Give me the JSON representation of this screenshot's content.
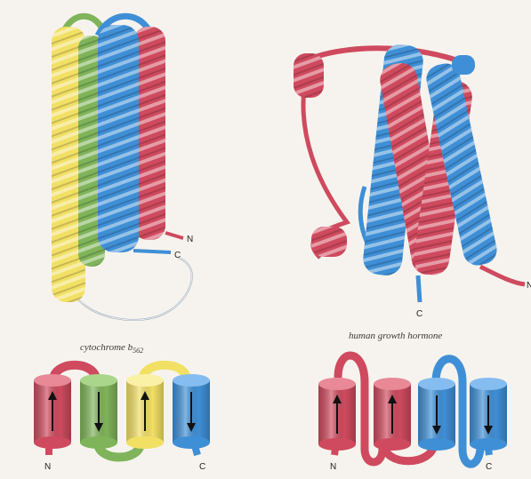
{
  "colors": {
    "red": "#cf4a5e",
    "green": "#7fb45a",
    "yellow": "#f2e065",
    "blue": "#3f8fd6",
    "loop": "#e8e8ee",
    "background": "#f6f3ee"
  },
  "left_panel": {
    "caption_main": "cytochrome b",
    "caption_sub": "562",
    "ribbon_labels": {
      "n": "N",
      "c": "C"
    },
    "topology": {
      "helices": [
        {
          "color": "red",
          "direction": "up"
        },
        {
          "color": "green",
          "direction": "down"
        },
        {
          "color": "yellow",
          "direction": "up"
        },
        {
          "color": "blue",
          "direction": "down"
        }
      ],
      "n_label": "N",
      "c_label": "C"
    }
  },
  "right_panel": {
    "caption": "human growth hormone",
    "ribbon_labels": {
      "n": "N",
      "c": "C"
    },
    "topology": {
      "helices": [
        {
          "color": "red",
          "direction": "up"
        },
        {
          "color": "red",
          "direction": "up"
        },
        {
          "color": "blue",
          "direction": "down"
        },
        {
          "color": "blue",
          "direction": "down"
        }
      ],
      "n_label": "N",
      "c_label": "C"
    }
  }
}
